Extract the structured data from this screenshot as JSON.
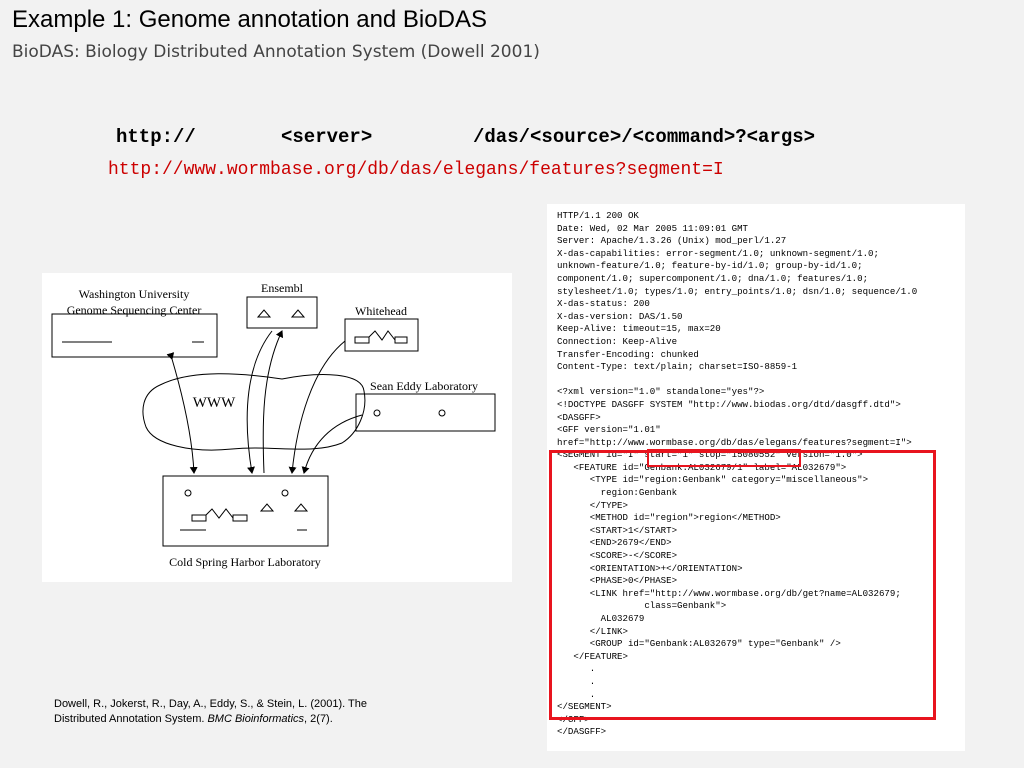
{
  "header": {
    "title": "Example 1: Genome annotation and BioDAS",
    "subtitle": "BioDAS: Biology Distributed Annotation System (Dowell 2001)"
  },
  "url_pattern": {
    "part1": "http://",
    "part2": "<server>",
    "part3": "/das/<source>/<command>?<args>"
  },
  "url_example": "http://www.wormbase.org/db/das/elegans/features?segment=I",
  "diagram": {
    "washu_line1": "Washington University",
    "washu_line2": "Genome Sequencing Center",
    "ensembl": "Ensembl",
    "whitehead": "Whitehead",
    "sean_eddy": "Sean Eddy Laboratory",
    "www": "WWW",
    "cold_spring": "Cold Spring Harbor Laboratory"
  },
  "citation": {
    "text1": "Dowell, R., Jokerst, R., Day, A., Eddy, S., & Stein, L. (2001). The Distributed Annotation System. ",
    "journal": "BMC Bioinformatics",
    "text2": ", 2(7)."
  },
  "response_text": "HTTP/1.1 200 OK\nDate: Wed, 02 Mar 2005 11:09:01 GMT\nServer: Apache/1.3.26 (Unix) mod_perl/1.27\nX-das-capabilities: error-segment/1.0; unknown-segment/1.0;\nunknown-feature/1.0; feature-by-id/1.0; group-by-id/1.0;\ncomponent/1.0; supercomponent/1.0; dna/1.0; features/1.0;\nstylesheet/1.0; types/1.0; entry_points/1.0; dsn/1.0; sequence/1.0\nX-das-status: 200\nX-das-version: DAS/1.50\nKeep-Alive: timeout=15, max=20\nConnection: Keep-Alive\nTransfer-Encoding: chunked\nContent-Type: text/plain; charset=ISO-8859-1\n\n<?xml version=\"1.0\" standalone=\"yes\"?>\n<!DOCTYPE DASGFF SYSTEM \"http://www.biodas.org/dtd/dasgff.dtd\">\n<DASGFF>\n<GFF version=\"1.01\"\nhref=\"http://www.wormbase.org/db/das/elegans/features?segment=I\">\n<SEGMENT id=\"I\" start=\"1\" stop=\"15080552\" version=\"1.0\">\n   <FEATURE id=\"Genbank:AL032679/1\" label=\"AL032679\">\n      <TYPE id=\"region:Genbank\" category=\"miscellaneous\">\n        region:Genbank\n      </TYPE>\n      <METHOD id=\"region\">region</METHOD>\n      <START>1</START>\n      <END>2679</END>\n      <SCORE>-</SCORE>\n      <ORIENTATION>+</ORIENTATION>\n      <PHASE>0</PHASE>\n      <LINK href=\"http://www.wormbase.org/db/get?name=AL032679;\n                class=Genbank\">\n        AL032679\n      </LINK>\n      <GROUP id=\"Genbank:AL032679\" type=\"Genbank\" />\n   </FEATURE>\n      .\n      .\n      .\n</SEGMENT>\n</GFF>\n</DASGFF>"
}
